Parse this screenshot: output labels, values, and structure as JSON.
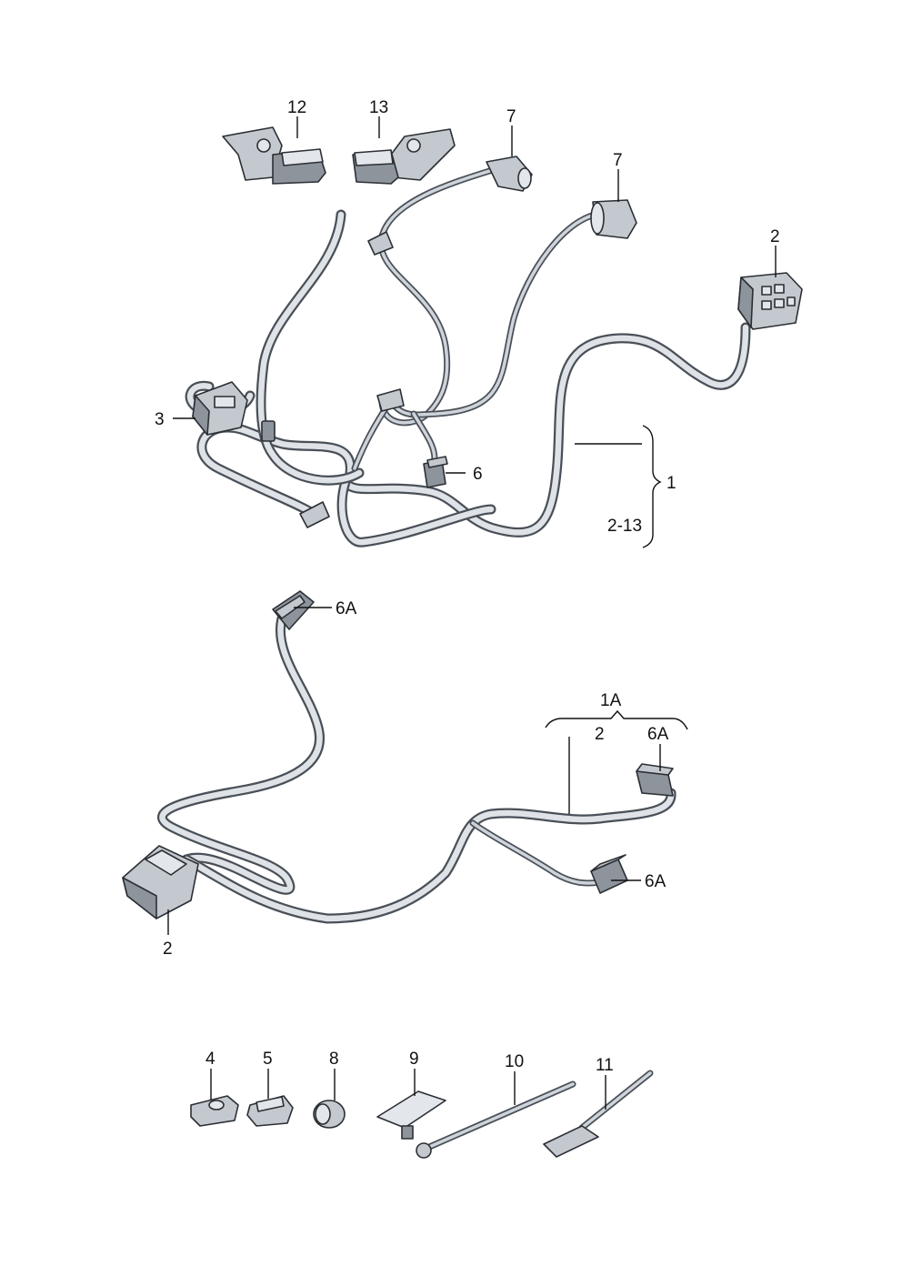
{
  "callouts": {
    "c12": "12",
    "c13": "13",
    "c7a": "7",
    "c7b": "7",
    "c2top": "2",
    "c3": "3",
    "c6": "6",
    "c1": "1",
    "c2_13": "2-13",
    "c6A_top": "6A",
    "c1A": "1A",
    "c2_1A": "2",
    "c6A_right": "6A",
    "c6A_lower": "6A",
    "c2_bottom": "2",
    "c4": "4",
    "c5": "5",
    "c8": "8",
    "c9": "9",
    "c10": "10",
    "c11": "11"
  }
}
